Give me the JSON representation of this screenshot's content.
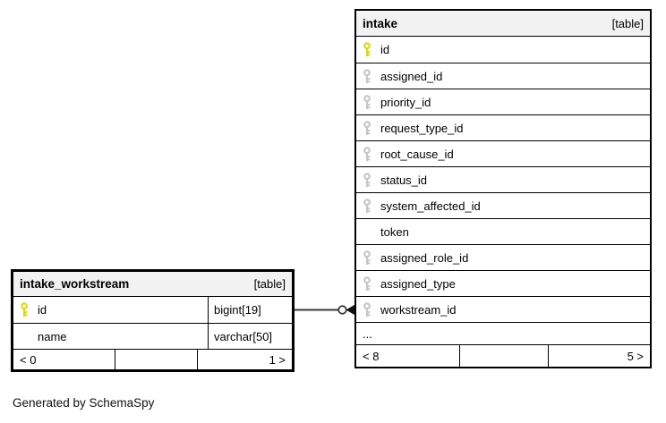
{
  "diagram": {
    "footer_note": "Generated by SchemaSpy"
  },
  "colors": {
    "header_bg": "#f2f2f2",
    "border": "#000000",
    "pk_key": "#d9d912",
    "fk_key": "#c6c6c6",
    "connector": "#3a3a3a",
    "arrowhead": "#111111"
  },
  "icons": {
    "primary_key": "key-icon-yellow",
    "foreign_key": "key-icon-gray",
    "relationship_end": "circle-and-arrowhead"
  },
  "tables": [
    {
      "id": "intake_workstream",
      "title": "intake_workstream",
      "badge": "[table]",
      "columns": [
        {
          "name": "id",
          "type": "bigint[19]",
          "key": "pk"
        },
        {
          "name": "name",
          "type": "varchar[50]",
          "key": "none"
        }
      ],
      "footer": {
        "left": "< 0",
        "right": "1 >"
      }
    },
    {
      "id": "intake",
      "title": "intake",
      "badge": "[table]",
      "columns": [
        {
          "name": "id",
          "key": "pk"
        },
        {
          "name": "assigned_id",
          "key": "fk"
        },
        {
          "name": "priority_id",
          "key": "fk"
        },
        {
          "name": "request_type_id",
          "key": "fk"
        },
        {
          "name": "root_cause_id",
          "key": "fk"
        },
        {
          "name": "status_id",
          "key": "fk"
        },
        {
          "name": "system_affected_id",
          "key": "fk"
        },
        {
          "name": "token",
          "key": "none"
        },
        {
          "name": "assigned_role_id",
          "key": "fk"
        },
        {
          "name": "assigned_type",
          "key": "fk"
        },
        {
          "name": "workstream_id",
          "key": "fk"
        }
      ],
      "ellipsis": "...",
      "footer": {
        "left": "< 8",
        "right": "5 >"
      }
    }
  ]
}
